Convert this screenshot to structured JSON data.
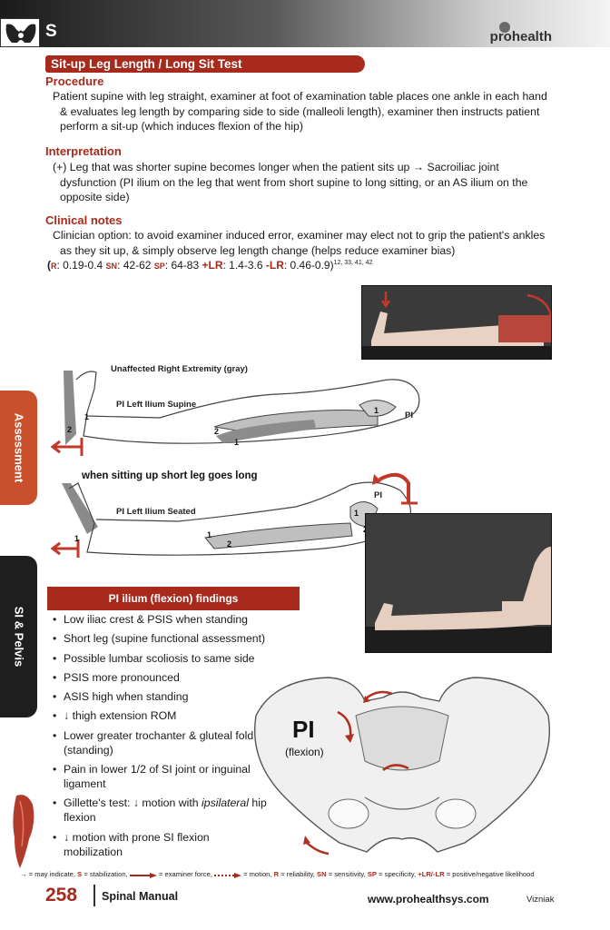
{
  "header": {
    "section_letter": "S",
    "brand": "prohealth"
  },
  "title": "Sit-up Leg Length / Long Sit Test",
  "procedure": {
    "heading": "Procedure",
    "text": "Patient supine with leg straight, examiner at foot of examination table places one ankle in each hand & evaluates leg length by comparing side to side (malleoli length), examiner then instructs patient perform a sit-up (which induces flexion of the hip)"
  },
  "interpretation": {
    "heading": "Interpretation",
    "text": "(+) Leg that was shorter supine becomes longer when the patient sits up → Sacroiliac joint dysfunction (PI ilium on the leg that went from short supine to long sitting, or an AS ilium on the opposite side)"
  },
  "clinical_notes": {
    "heading": "Clinical notes",
    "text": "Clinician option: to avoid examiner induced error, examiner may elect not to grip the patient's ankles as they sit up, & simply observe leg length change (helps reduce examiner bias)"
  },
  "stats": {
    "r_label": "R",
    "r_value": ": 0.19-0.4",
    "sn_label": "SN",
    "sn_value": ": 42-62",
    "sp_label": "SP",
    "sp_value": ": 64-83",
    "plr_label": "+LR",
    "plr_value": ": 1.4-3.6",
    "nlr_label": "-LR",
    "nlr_value": ": 0.46-0.9)",
    "refs": "12, 33, 41, 42"
  },
  "tabs": {
    "assessment": "Assessment",
    "si_pelvis": "SI & Pelvis"
  },
  "diagram": {
    "unaffected": "Unaffected Right Extremity (gray)",
    "supine": "PI Left Ilium Supine",
    "sitting_caption": "when sitting up short leg goes long",
    "seated": "PI Left Ilium Seated",
    "pi_label": "PI",
    "num_1": "1",
    "num_2": "2"
  },
  "findings": {
    "heading": "PI ilium (flexion) findings",
    "items": [
      "Low iliac crest & PSIS when standing",
      "Short leg (supine functional assessment)",
      "Possible lumbar scoliosis to same side",
      "PSIS more pronounced",
      "ASIS high when standing",
      "↓ thigh extension ROM",
      "Lower greater trochanter & gluteal fold (standing)",
      "Pain in lower 1/2 of SI joint or inguinal ligament"
    ],
    "gillette_pre": "Gillette's test: ↓ motion with ",
    "gillette_em": "ipsilateral",
    "gillette_post": " hip flexion",
    "prone": "↓ motion with prone SI flexion mobilization"
  },
  "pelvis": {
    "label": "PI",
    "sub": "(flexion)"
  },
  "legend": {
    "t1": "→ = may indicate,",
    "t2": "= stabilization,",
    "t3": "= examiner force,",
    "t4": "= motion,",
    "t5": "= reliability,",
    "t6": "= sensitivity,",
    "t7": "= specificity,",
    "t8": "= positive/negative likelihood",
    "s": "S",
    "r": "R",
    "sn": "SN",
    "sp": "SP",
    "lr": "+LR/-LR"
  },
  "footer": {
    "page": "258",
    "title": "Spinal Manual",
    "url": "www.prohealthsys.com",
    "author": "Vizniak"
  }
}
